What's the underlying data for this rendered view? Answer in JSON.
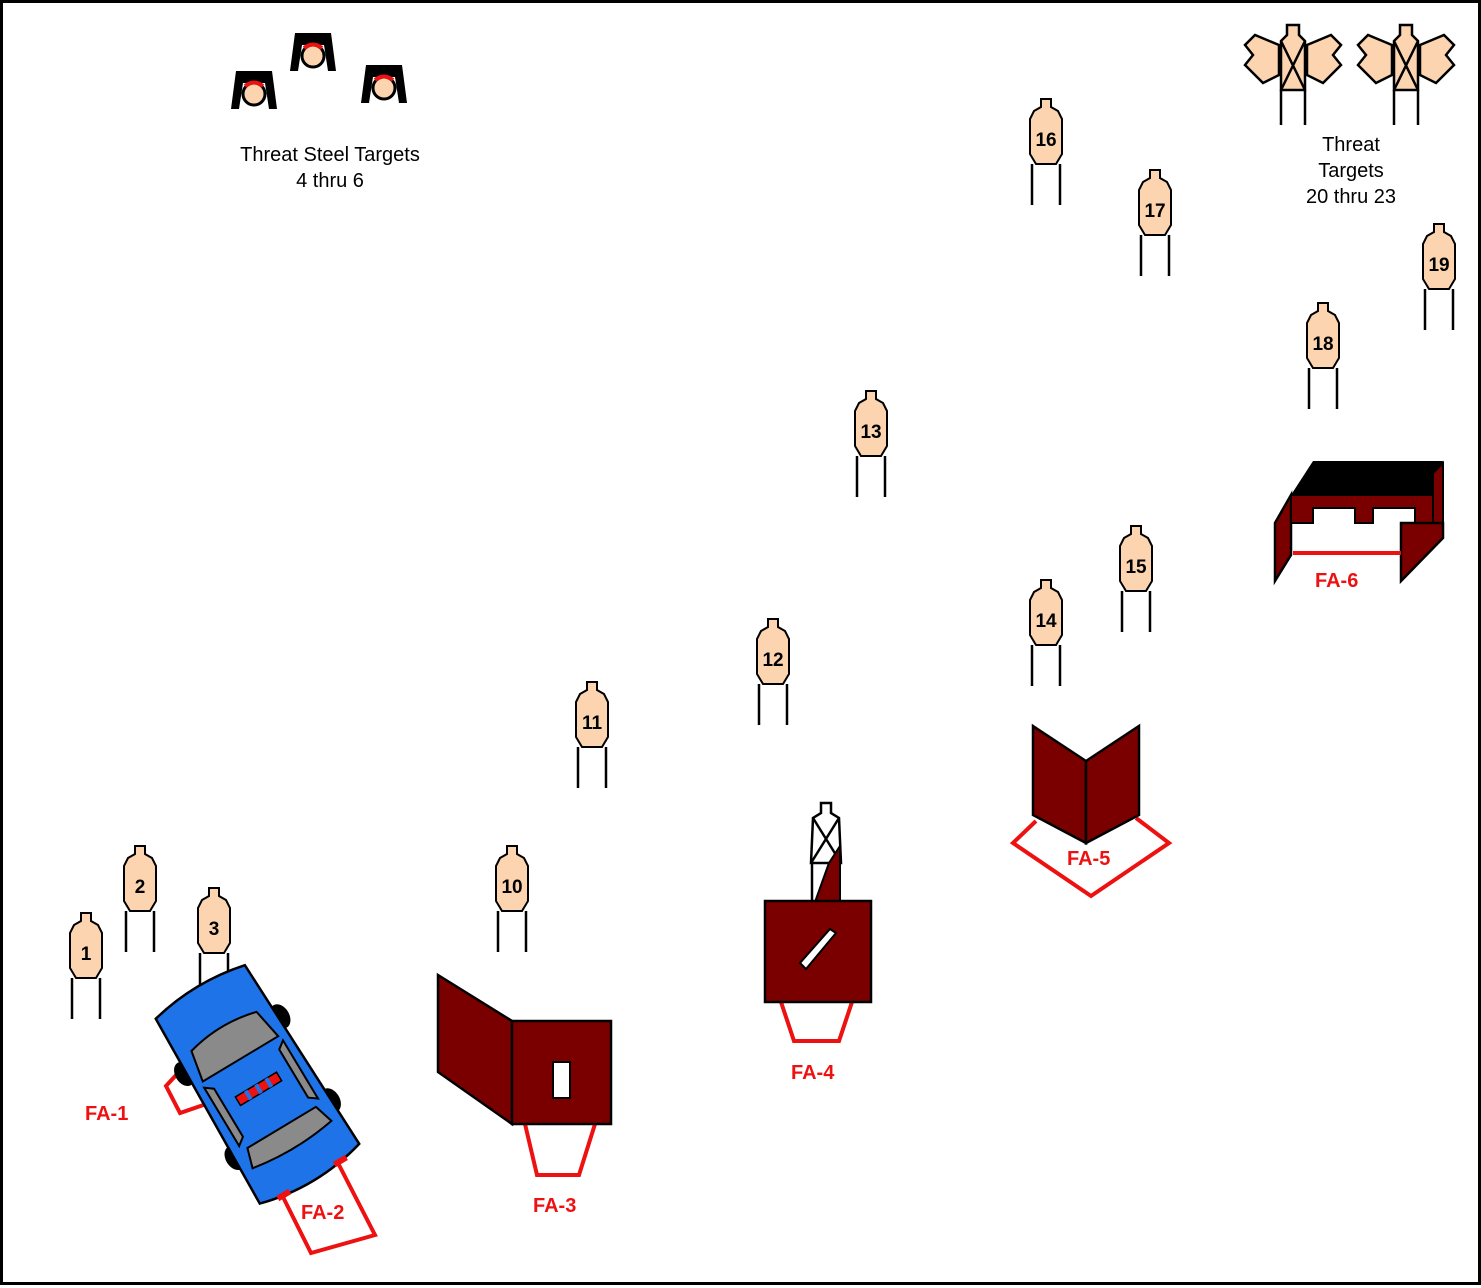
{
  "colors": {
    "target_fill": "#fcd5b0",
    "barricade": "#7a0000",
    "fault_line": "#ee1111",
    "car_body": "#1e73e8",
    "car_glass": "#8a8a8a"
  },
  "captions": {
    "steel": [
      "Threat Steel Targets",
      "4 thru 6"
    ],
    "threat": [
      "Threat",
      "Targets",
      "20 thru 23"
    ]
  },
  "targets": [
    {
      "label": "1"
    },
    {
      "label": "2"
    },
    {
      "label": "3"
    },
    {
      "label": "10"
    },
    {
      "label": "11"
    },
    {
      "label": "12"
    },
    {
      "label": "13"
    },
    {
      "label": "14"
    },
    {
      "label": "15"
    },
    {
      "label": "16"
    },
    {
      "label": "17"
    },
    {
      "label": "18"
    },
    {
      "label": "19"
    }
  ],
  "fault_areas": [
    {
      "label": "FA-1"
    },
    {
      "label": "FA-2"
    },
    {
      "label": "FA-3"
    },
    {
      "label": "FA-4"
    },
    {
      "label": "FA-5"
    },
    {
      "label": "FA-6"
    }
  ]
}
